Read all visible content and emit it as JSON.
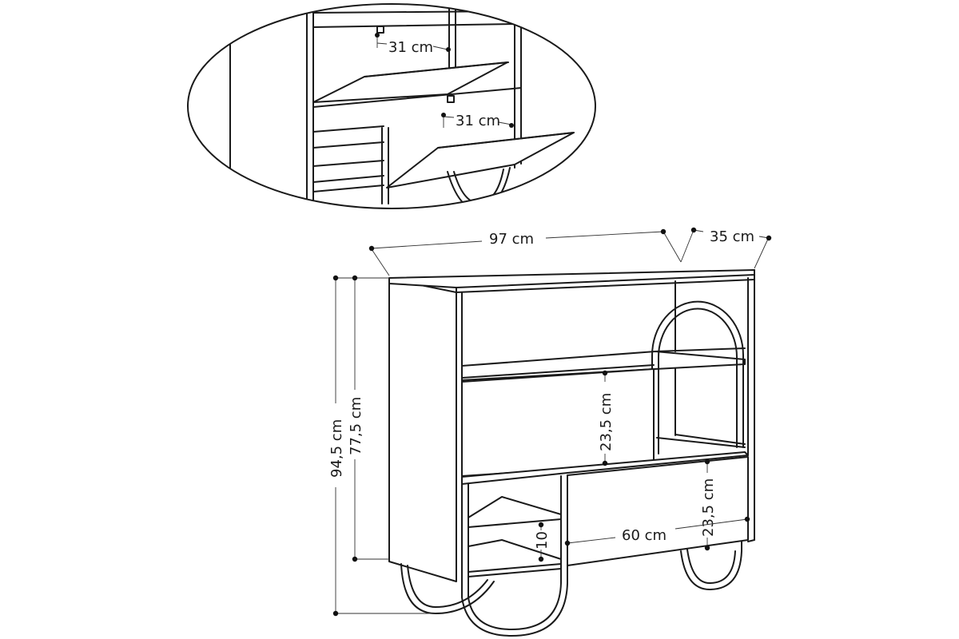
{
  "dimensions": {
    "detail_gap_top": "31 cm",
    "detail_gap_bottom": "31 cm",
    "width": "97 cm",
    "depth": "35 cm",
    "total_height": "94,5 cm",
    "body_height": "77,5 cm",
    "upper_flap_height": "23,5 cm",
    "lower_flap_height": "23,5 cm",
    "lower_flap_width": "60 cm",
    "shelf_spacing": "10"
  }
}
